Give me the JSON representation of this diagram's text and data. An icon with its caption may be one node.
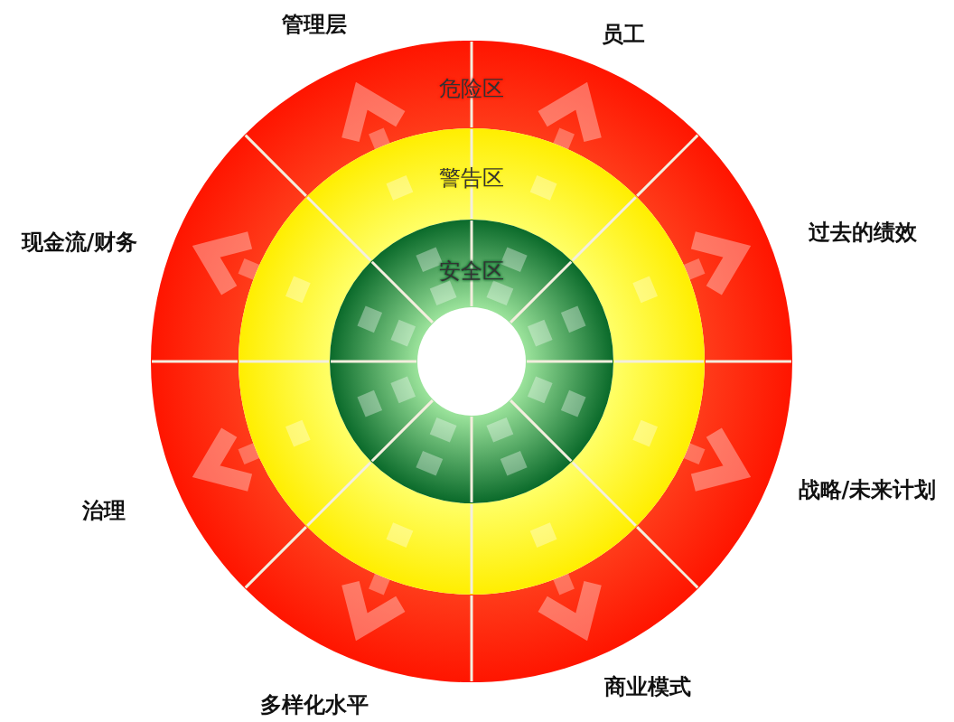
{
  "diagram": {
    "nodes": [
      {
        "text": [
          "危险区"
        ]
      },
      {
        "text": [
          "警告区"
        ],
        "in": 0
      },
      {
        "text": [
          "安全区"
        ],
        "in": 1
      }
    ],
    "labels": [
      "管理层",
      "员工",
      "过去的绩效",
      "现金流/财务",
      "战略/未来计划",
      "治理",
      "商业模式",
      "多样化水平"
    ]
  }
}
